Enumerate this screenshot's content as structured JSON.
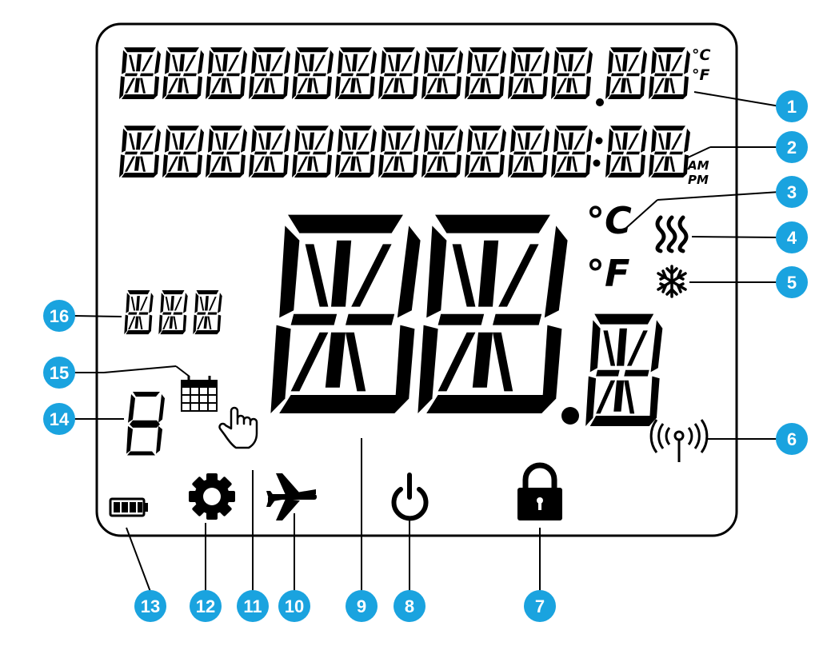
{
  "colors": {
    "frame": "#000000",
    "lcd": "#000000",
    "callout": "#1aa3df",
    "callout_text": "#ffffff"
  },
  "lcd": {
    "unit_small_c": "°C",
    "unit_small_f": "°F",
    "am": "AM",
    "pm": "PM",
    "unit_c": "°C",
    "unit_f": "°F"
  },
  "icons": {
    "heat": "heating-waves-icon",
    "cool": "snowflake-icon",
    "wireless": "wireless-signal-icon",
    "lock": "padlock-icon",
    "power": "power-icon",
    "holiday": "airplane-icon",
    "touch": "hand-pointer-icon",
    "settings": "gear-icon",
    "battery": "battery-icon",
    "schedule": "calendar-icon"
  },
  "callouts": [
    "1",
    "2",
    "3",
    "4",
    "5",
    "6",
    "7",
    "8",
    "9",
    "10",
    "11",
    "12",
    "13",
    "14",
    "15",
    "16"
  ]
}
